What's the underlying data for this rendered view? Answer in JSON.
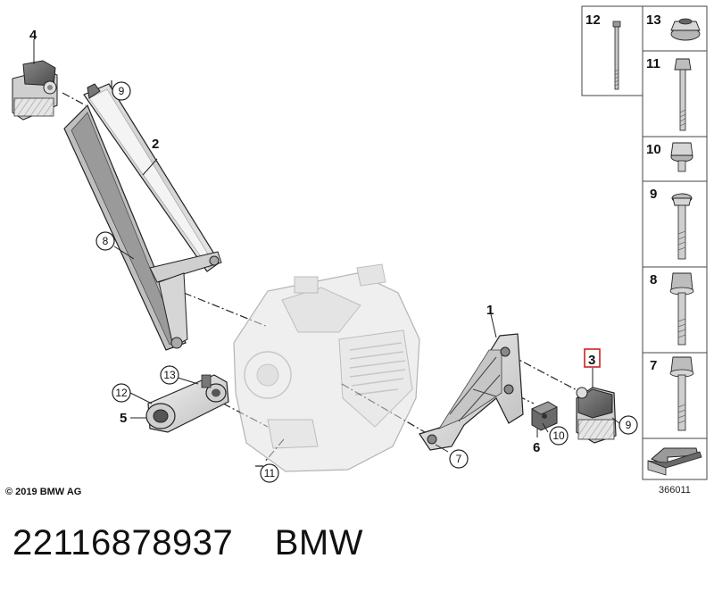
{
  "callouts": {
    "main": [
      {
        "label": "1",
        "boxed": false
      },
      {
        "label": "2",
        "boxed": false
      },
      {
        "label": "3",
        "boxed": true,
        "box_color": "#cc2222"
      },
      {
        "label": "4",
        "boxed": false
      },
      {
        "label": "5",
        "boxed": false
      },
      {
        "label": "6",
        "boxed": false
      }
    ],
    "circled": [
      "7",
      "8",
      "9",
      "9",
      "10",
      "11",
      "12",
      "13"
    ]
  },
  "legend_panel": {
    "items": [
      {
        "label": "12",
        "icon": "long-bolt-icon"
      },
      {
        "label": "13",
        "icon": "flange-nut-icon"
      },
      {
        "label": "11",
        "icon": "long-hex-bolt-icon"
      },
      {
        "label": "10",
        "icon": "hex-flange-nut-icon"
      },
      {
        "label": "9",
        "icon": "torx-bolt-icon"
      },
      {
        "label": "8",
        "icon": "hex-bolt-icon"
      },
      {
        "label": "7",
        "icon": "hex-bolt-icon"
      }
    ],
    "diagram_code": "366011"
  },
  "copyright": "© 2019 BMW AG",
  "caption": {
    "part_number": "22116878937",
    "brand": "BMW"
  },
  "colors": {
    "stroke": "#222222",
    "part_fill": "#d9d9d9",
    "highlight": "#cc2222"
  }
}
